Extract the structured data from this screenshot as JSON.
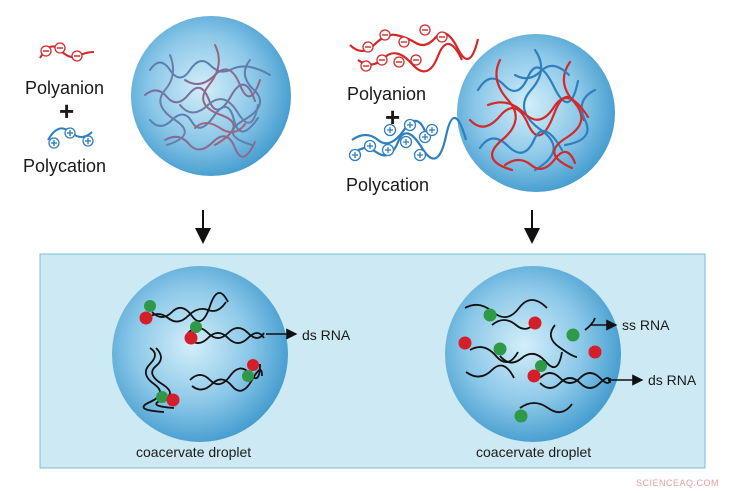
{
  "left_panel": {
    "polyanion_label": "Polyanion",
    "plus": "+",
    "polycation_label": "Polycation"
  },
  "right_panel": {
    "polyanion_label": "Polyanion",
    "plus": "+",
    "polycation_label": "Polycation"
  },
  "bottom_box": {
    "left_droplet": {
      "caption": "coacervate droplet",
      "ds_label": "ds RNA"
    },
    "right_droplet": {
      "caption": "coacervate droplet",
      "ss_label": "ss RNA",
      "ds_label": "ds RNA"
    }
  },
  "watermark": "SCIENCEAQ.COM",
  "colors": {
    "box_fill": "#cde9f3",
    "box_stroke": "#7fbcd6",
    "sphere_center": "#c9e9f7",
    "sphere_edge": "#3f9ed1",
    "polyanion": "#d22a2a",
    "polycation": "#2f7fbf",
    "green_ball": "#2e9a48",
    "red_ball": "#d41f2b"
  }
}
